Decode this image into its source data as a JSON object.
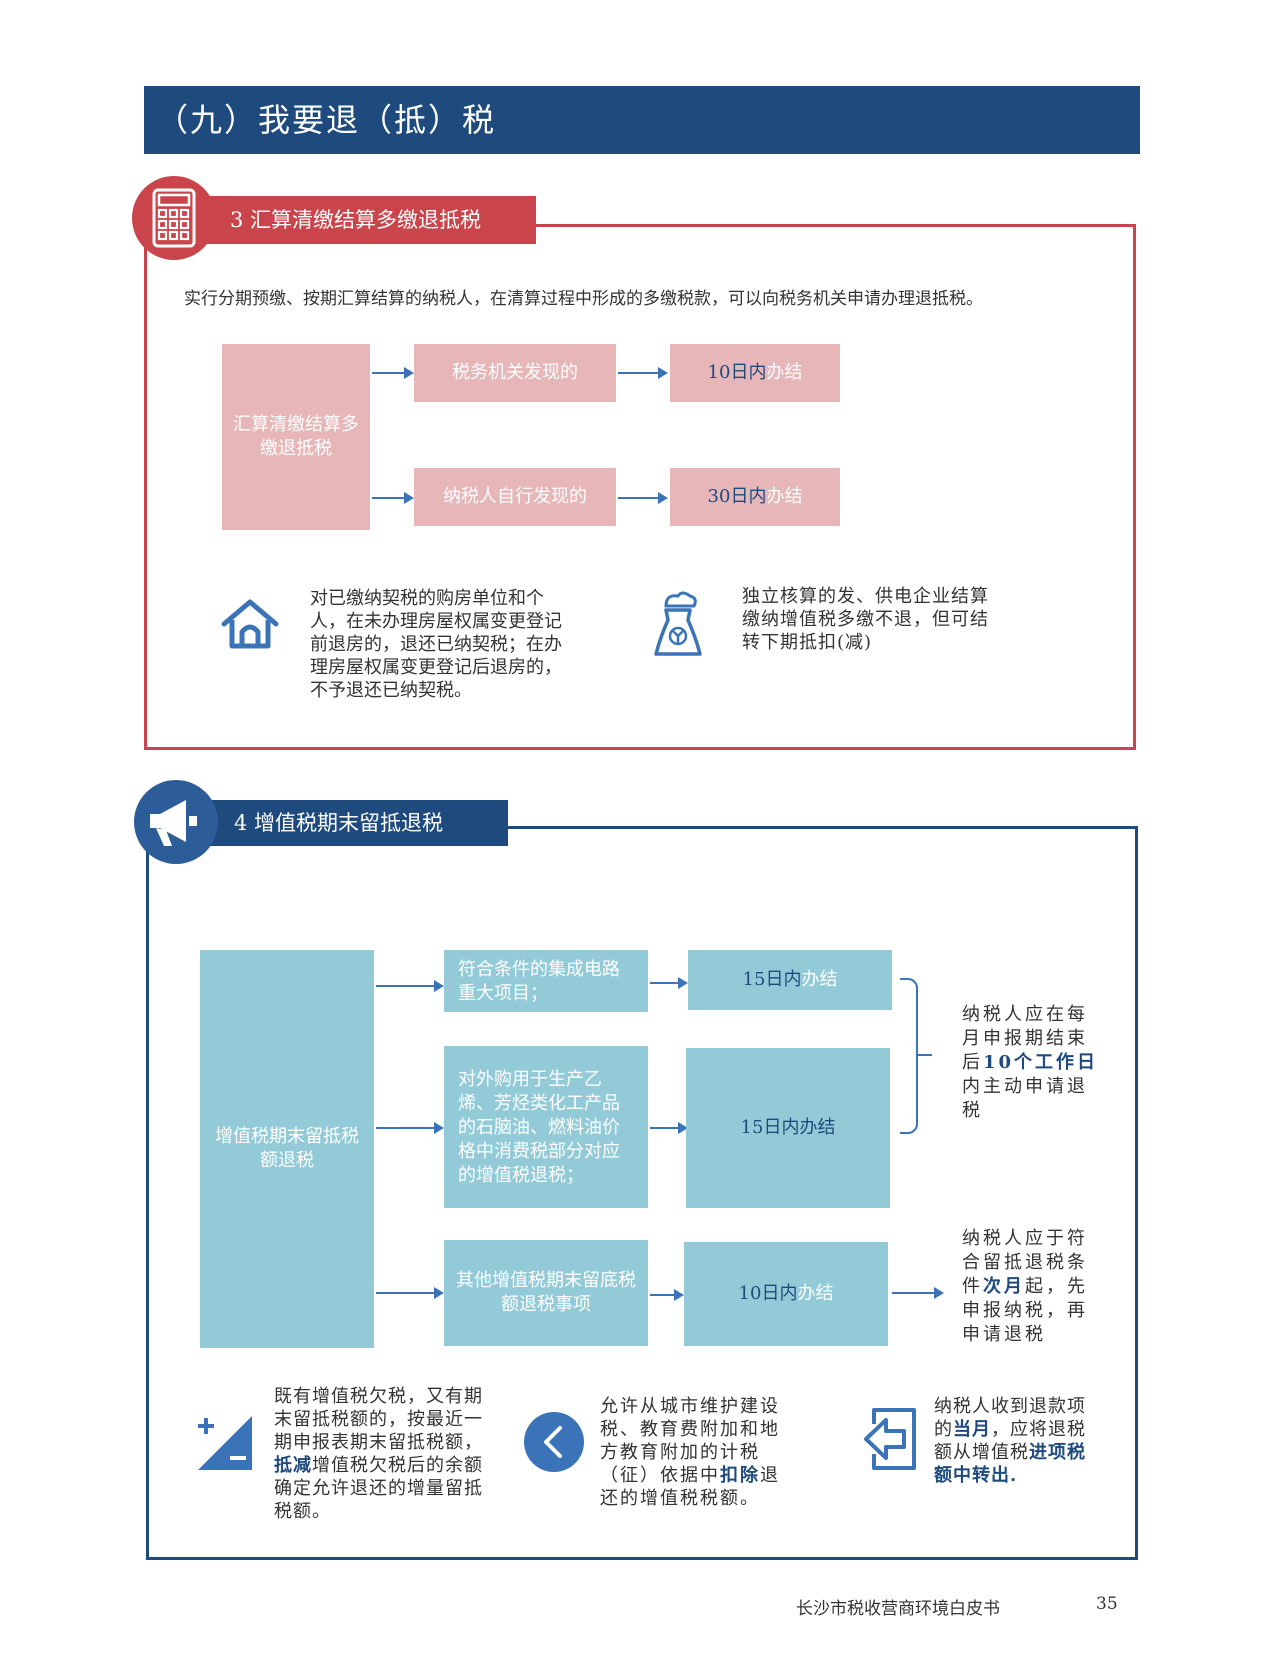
{
  "header": {
    "title": "（九）我要退（抵）税"
  },
  "section3": {
    "tab_label": "3  汇算清缴结算多缴退抵税",
    "intro": "实行分期预缴、按期汇算结算的纳税人，在清算过程中形成的多缴税款，可以向税务机关申请办理退抵税。",
    "flow": {
      "source": "汇算清缴结算多缴退抵税",
      "branch1": "税务机关发现的",
      "branch1_days": "10日内",
      "branch1_suffix": "办结",
      "branch2": "纳税人自行发现的",
      "branch2_days": "30日内",
      "branch2_suffix": "办结"
    },
    "note_house": "对已缴纳契税的购房单位和个人，在未办理房屋权属变更登记前退房的，退还已纳契税；在办理房屋权属变更登记后退房的，不予退还已纳契税。",
    "note_power": "独立核算的发、供电企业结算缴纳增值税多缴不退，但可结转下期抵扣(减)"
  },
  "section4": {
    "tab_label": "4  增值税期末留抵退税",
    "flow": {
      "source": "增值税期末留抵税额退税",
      "item1": "符合条件的集成电路重大项目；",
      "item1_days": "15日内",
      "item1_suffix": "办结",
      "item2": "对外购用于生产乙烯、芳烃类化工产品的石脑油、燃料油价格中消费税部分对应的增值税退税；",
      "item2_days": "15日内",
      "item2_suffix": "办结",
      "item3": "其他增值税期末留底税额退税事项",
      "item3_days": "10日内",
      "item3_suffix": "办结"
    },
    "side_note1": {
      "pre": "纳税人应在每月申报期结束后",
      "highlight": "10个工作日",
      "post": "内主动申请退税"
    },
    "side_note2": {
      "pre": "纳税人应于符合留抵退税条件",
      "highlight": "次月",
      "post": "起，先申报纳税，再申请退税"
    },
    "bottom1": {
      "pre": "既有增值税欠税，又有期末留抵税额的，按最近一期申报表期末留抵税额，",
      "highlight": "抵减",
      "post": "增值税欠税后的余额确定允许退还的增量留抵税额。"
    },
    "bottom2": {
      "pre": "允许从城市维护建设税、教育费附加和地方教育附加的计税（征）依据中",
      "highlight": "扣除",
      "post": "退还的增值税税额。"
    },
    "bottom3": {
      "pre": "纳税人收到退款项的",
      "highlight": "当月",
      "mid": "，应将退税额从增值税",
      "highlight2": "进项税额中转出",
      "post": "."
    }
  },
  "footer": {
    "book_title": "长沙市税收营商环境白皮书",
    "page_number": "35"
  },
  "colors": {
    "red": "#c9454b",
    "navy": "#1f4a7e",
    "pink": "#e6b6b8",
    "light_blue": "#93cad8",
    "arrow": "#3b73b9"
  }
}
